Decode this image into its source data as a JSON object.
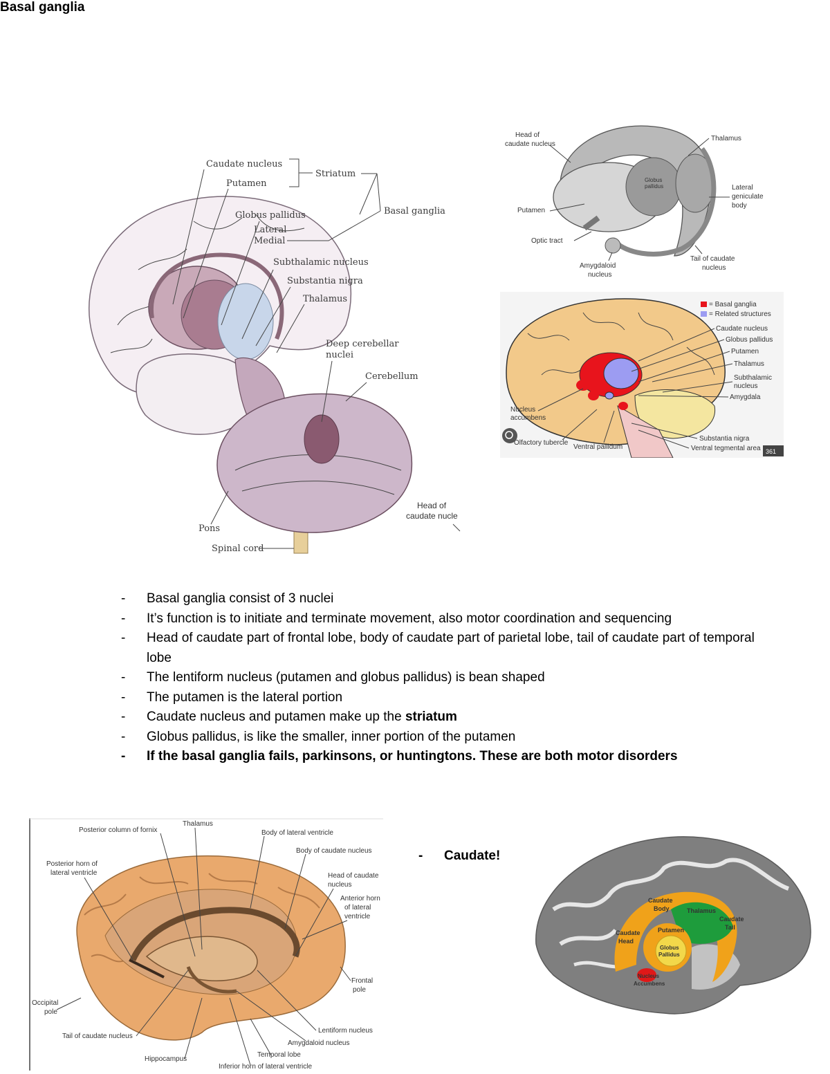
{
  "title": "Basal ganglia",
  "fig1": {
    "labels": {
      "caudate": "Caudate nucleus",
      "putamen": "Putamen",
      "striatum": "Striatum",
      "basal": "Basal ganglia",
      "globus": "Globus pallidus",
      "lateral": "Lateral",
      "medial": "Medial",
      "subthalamic": "Subthalamic nucleus",
      "substantia": "Substantia nigra",
      "thalamus": "Thalamus",
      "deep1": "Deep cerebellar",
      "deep2": "nuclei",
      "cerebellum": "Cerebellum",
      "pons": "Pons",
      "spinal": "Spinal cord",
      "head1": "Head of",
      "head2": "caudate nucle"
    }
  },
  "fig2": {
    "labels": {
      "head1": "Head of",
      "head2": "caudate nucleus",
      "thalamus": "Thalamus",
      "globus1": "Globus",
      "globus2": "pallidus",
      "lateral1": "Lateral",
      "lateral2": "geniculate",
      "lateral3": "body",
      "putamen": "Putamen",
      "optic": "Optic tract",
      "tail1": "Tail of caudate",
      "tail2": "nucleus",
      "amyg1": "Amygdaloid",
      "amyg2": "nucleus"
    }
  },
  "fig3": {
    "legend": {
      "basal": "= Basal ganglia",
      "related": "= Related structures"
    },
    "labels": {
      "caudate": "Caudate nucleus",
      "globus": "Globus pallidus",
      "putamen": "Putamen",
      "thalamus": "Thalamus",
      "subthal1": "Subthalamic",
      "subthal2": "nucleus",
      "amygdala": "Amygdala",
      "nucleus1": "Nucleus",
      "nucleus2": "accumbens",
      "olfactory": "Olfactory tubercle",
      "ventral": "Ventral pallidum",
      "substantia": "Substantia nigra",
      "vta": "Ventral tegmental area"
    },
    "badge": "361"
  },
  "bullets": [
    {
      "text": "Basal ganglia consist of 3 nuclei"
    },
    {
      "text": "It’s function is to initiate and terminate movement, also motor coordination and sequencing"
    },
    {
      "text": "Head of caudate part of frontal lobe, body of caudate part of parietal lobe, tail of caudate part of temporal lobe"
    },
    {
      "text": "The lentiform nucleus (putamen and globus pallidus) is bean shaped"
    },
    {
      "text": "The putamen is the lateral portion"
    },
    {
      "pre": "Caudate nucleus and putamen make up the ",
      "bold": "striatum"
    },
    {
      "text": "Globus pallidus, is like the smaller, inner portion of the putamen"
    },
    {
      "text": "If the basal ganglia fails, parkinsons, or huntingtons. These are both motor disorders",
      "bold_all": true
    }
  ],
  "fig4": {
    "labels": {
      "postcol": "Posterior column of fornix",
      "thalamus": "Thalamus",
      "bodylat": "Body of lateral ventricle",
      "bodycaud": "Body of caudate nucleus",
      "posthorn1": "Posterior horn of",
      "posthorn2": "lateral ventricle",
      "headcaud1": "Head of caudate",
      "headcaud2": "nucleus",
      "anthorn1": "Anterior horn",
      "anthorn2": "of lateral",
      "anthorn3": "ventricle",
      "frontal1": "Frontal",
      "frontal2": "pole",
      "occipital1": "Occipital",
      "occipital2": "pole",
      "lentiform": "Lentiform nucleus",
      "amygdaloid": "Amygdaloid nucleus",
      "tailcaud": "Tail of caudate nucleus",
      "temporal": "Temporal lobe",
      "hippocampus": "Hippocampus",
      "infhorn": "Inferior horn of lateral ventricle"
    }
  },
  "note": {
    "dash": "-",
    "text": "Caudate!"
  },
  "fig5": {
    "labels": {
      "caudbody1": "Caudate",
      "caudbody2": "Body",
      "thalamus": "Thalamus",
      "caudtail1": "Caudate",
      "caudtail2": "Tail",
      "caudhead1": "Caudate",
      "caudhead2": "Head",
      "putamen": "Putamen",
      "globus1": "Globus",
      "globus2": "Pallidus",
      "nucleus1": "Nucleus",
      "nucleus2": "Accumbens"
    }
  },
  "colors": {
    "brain_pink": "#cbb4c4",
    "brain_tan": "#f2c98a",
    "basal_red": "#e8141c",
    "related_blue": "#9c9cf2",
    "caudate_orange": "#f0a21a",
    "thalamus_green": "#1e9c3c",
    "globus_yellow": "#f2d84a",
    "accumbens_red": "#e01818"
  }
}
